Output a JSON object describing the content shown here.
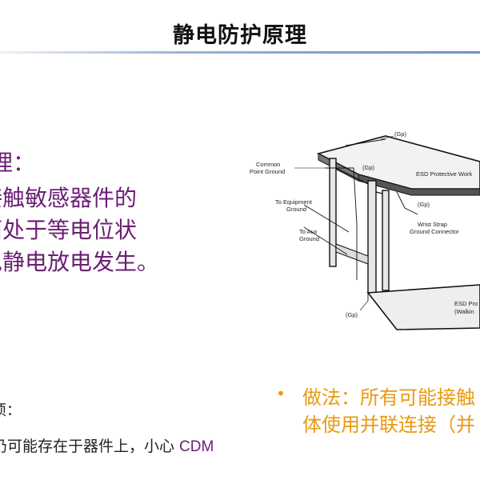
{
  "slide": {
    "title": "静电防护原理",
    "principle": {
      "heading": "理：",
      "lines": [
        "接触敏感器件的",
        "面处于等电位状",
        "免静电放电发生。"
      ]
    },
    "note": {
      "heading": "项：",
      "text": "仍可能存在于器件上，小心 ",
      "cdm": "CDM"
    },
    "method": {
      "bullet": "•",
      "line1": "做法：所有可能接触",
      "line2": "体使用并联连接（并"
    },
    "diagram": {
      "labels": {
        "gp_top": "(Gp)",
        "gp_mid": "(Gp)",
        "gp_right": "(Gp)",
        "gp_bottom": "(Gp)",
        "common_point_1": "Common",
        "common_point_2": "Point Ground",
        "to_equipment_1": "To Equipment",
        "to_equipment_2": "Ground",
        "to_aux_1": "To Aux",
        "to_aux_2": "Ground",
        "work_surface": "ESD Protective Work",
        "wrist_strap_1": "Wrist Strap",
        "wrist_strap_2": "Ground Connector",
        "floor_1": "ESD Pro",
        "floor_2": "(Walkin"
      }
    }
  }
}
